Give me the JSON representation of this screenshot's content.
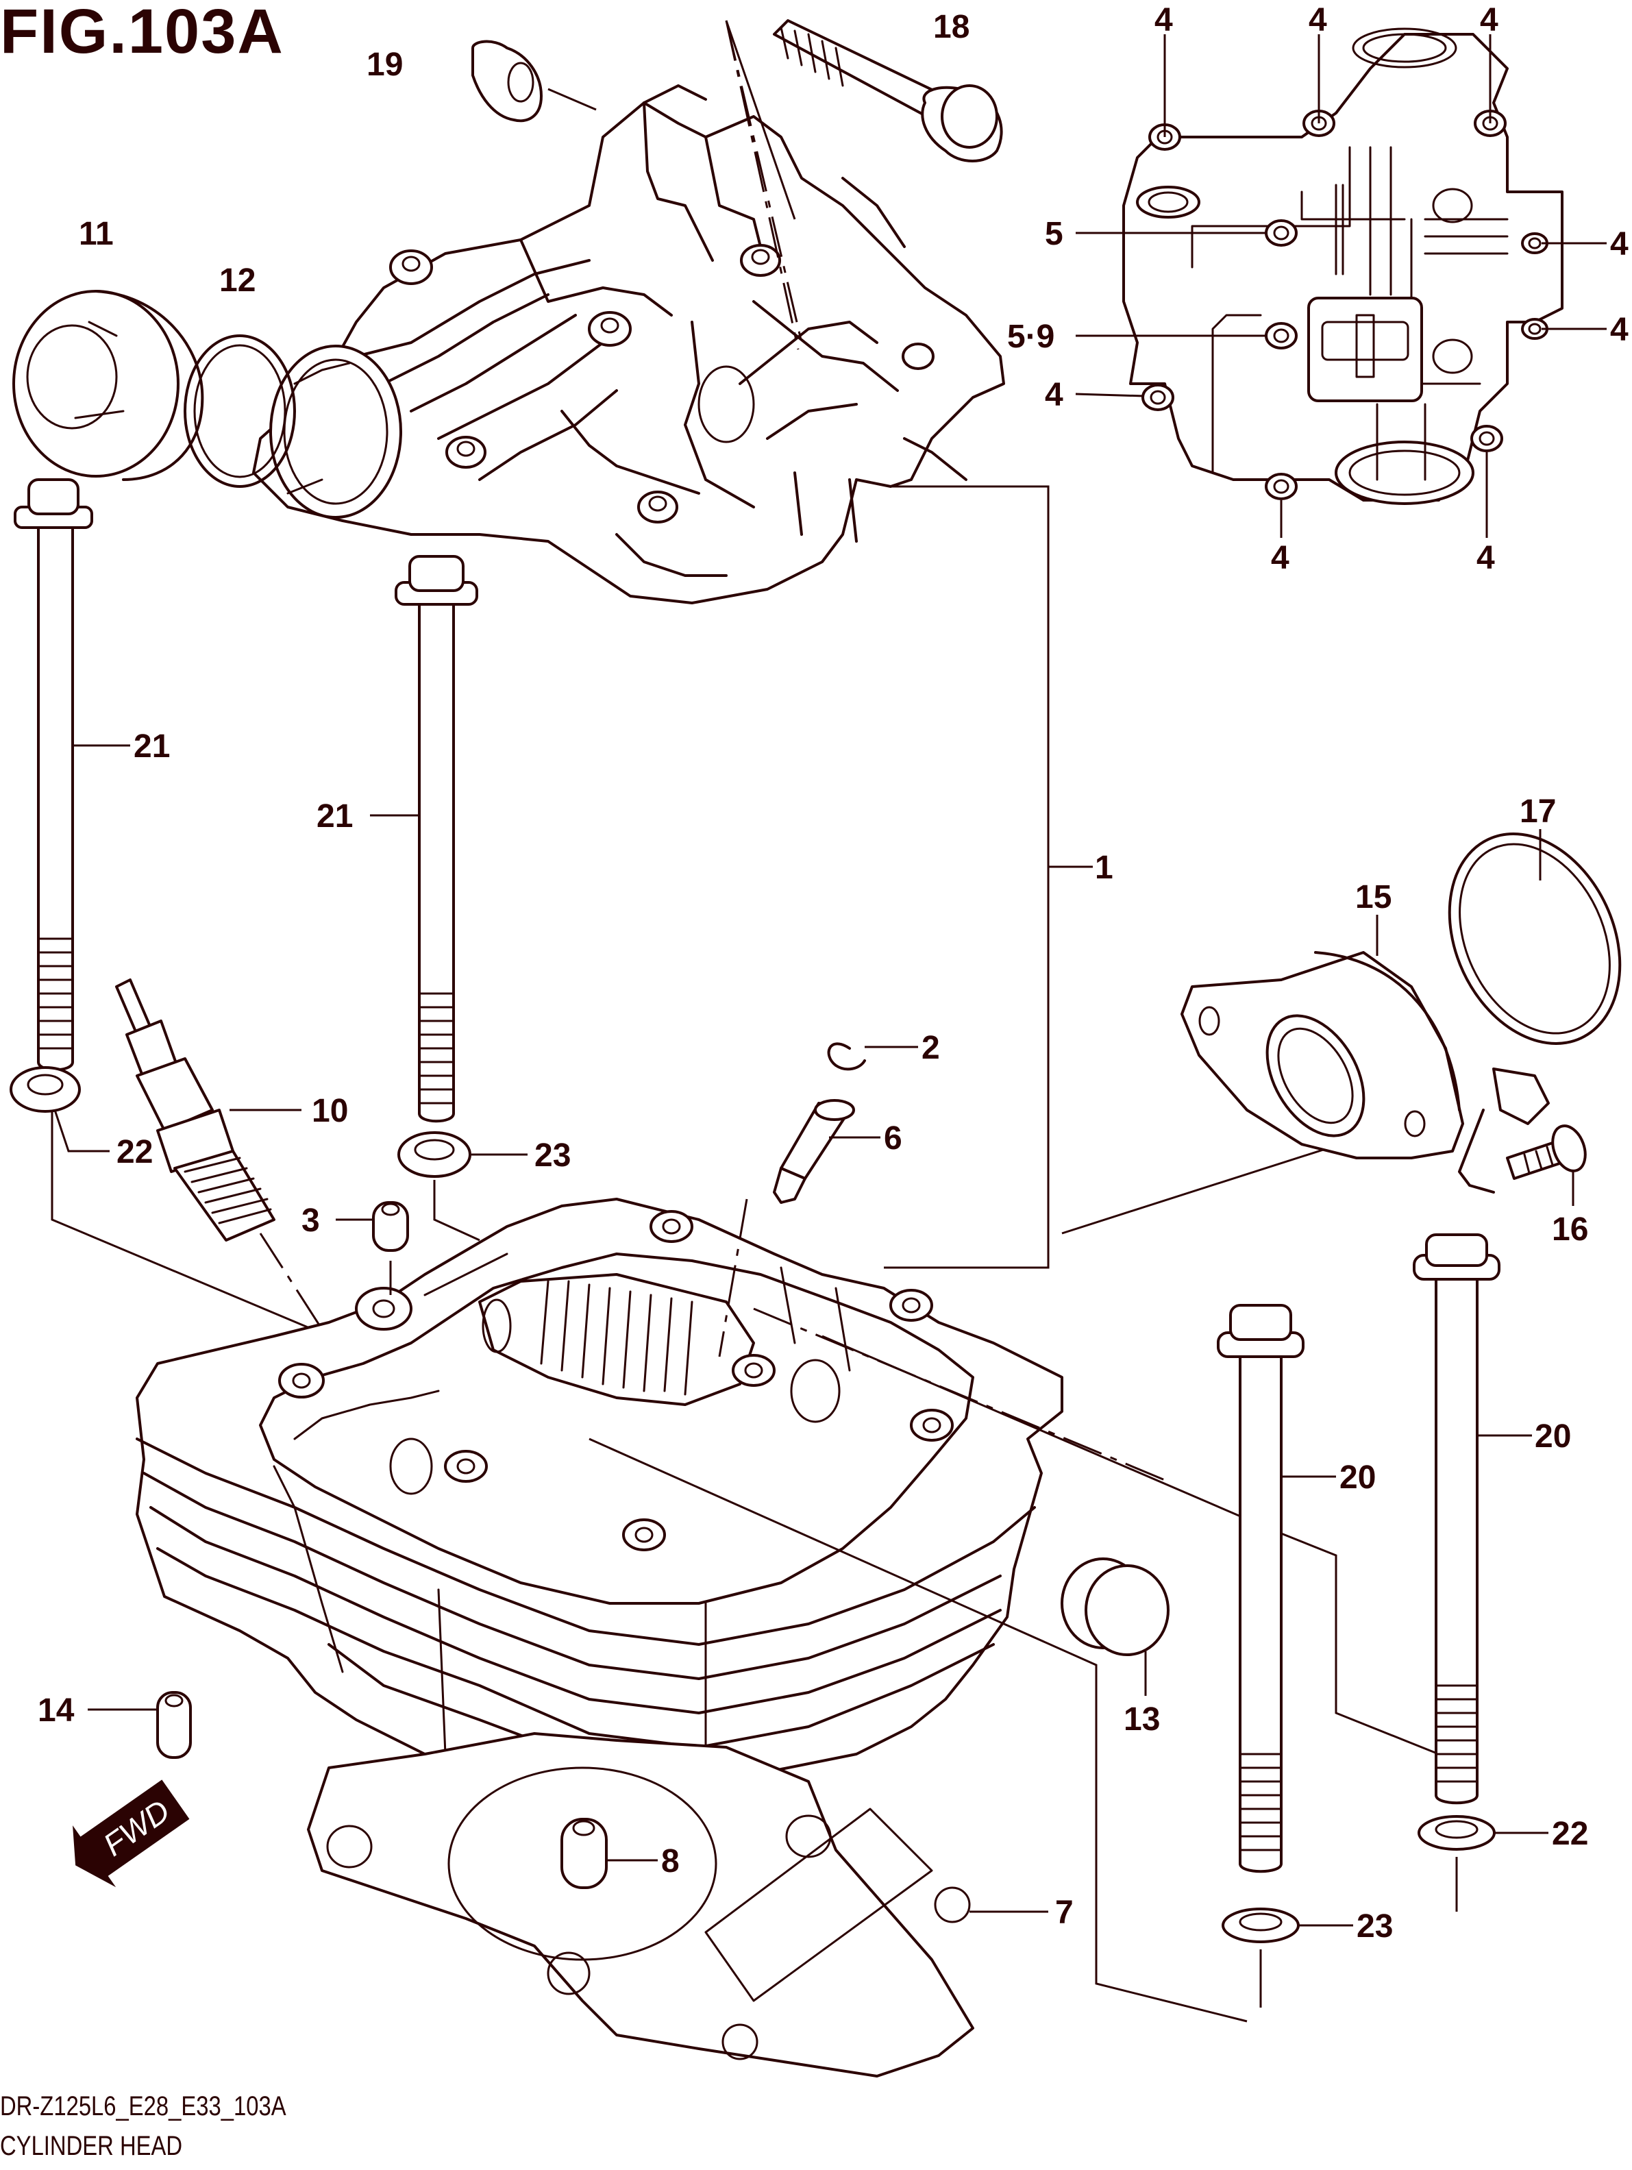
{
  "figure": {
    "title": "FIG.103A",
    "model_code": "DR-Z125L6_E28_E33_103A",
    "name": "CYLINDER HEAD",
    "line_color": "#2b0303"
  },
  "direction_marker": {
    "label": "FWD",
    "icon": "forward-arrow-icon"
  },
  "callouts": {
    "c1": "1",
    "c2": "2",
    "c3": "3",
    "c4a": "4",
    "c4b": "4",
    "c4c": "4",
    "c4d": "4",
    "c4e": "4",
    "c4f": "4",
    "c4g": "4",
    "c4h": "4",
    "c5": "5",
    "c59": "5·9",
    "c6": "6",
    "c7": "7",
    "c8": "8",
    "c10": "10",
    "c11": "11",
    "c12": "12",
    "c13": "13",
    "c14": "14",
    "c15": "15",
    "c16": "16",
    "c17": "17",
    "c18": "18",
    "c19": "19",
    "c20a": "20",
    "c20b": "20",
    "c21a": "21",
    "c21b": "21",
    "c22a": "22",
    "c22b": "22",
    "c23a": "23",
    "c23b": "23"
  }
}
